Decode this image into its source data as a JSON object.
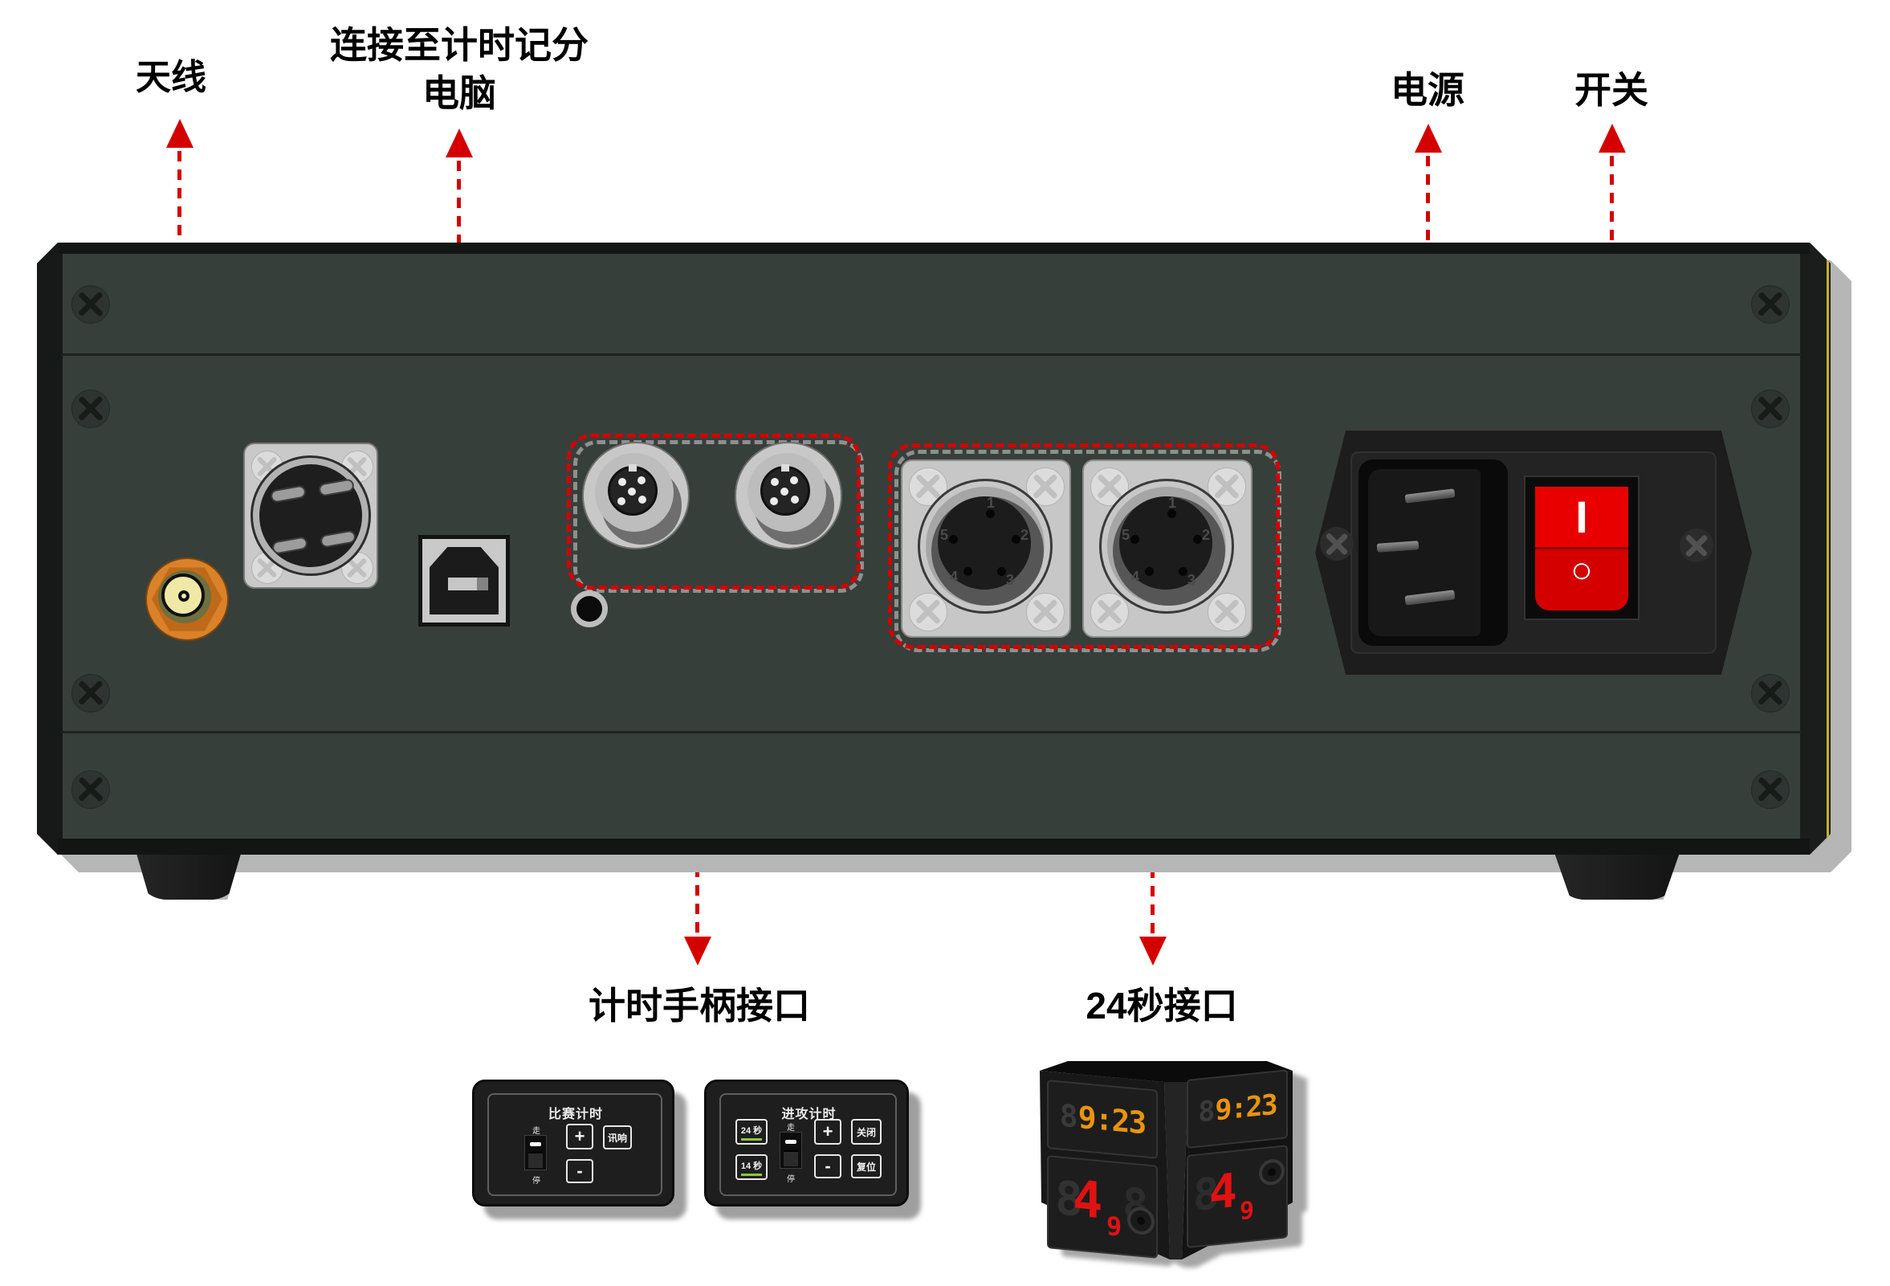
{
  "page": {
    "background": "#ffffff"
  },
  "labels": {
    "antenna": "天线",
    "computer_line1": "连接至计时记分",
    "computer_line2": "电脑",
    "power": "电源",
    "switch": "开关",
    "handle_port": "计时手柄接口",
    "shot24_port": "24秒接口"
  },
  "colors": {
    "arrow_red": "#d40000",
    "chassis_face": "#373f3a",
    "rocker_red": "#e60000",
    "digit_amber": "#e8940e",
    "digit_red": "#e01212",
    "led_green": "#8dc63f",
    "antenna_gold": "#d9822a"
  },
  "rear_panel": {
    "rocker_on": "I",
    "rocker_off": "○",
    "xlr_pins": [
      "1",
      "2",
      "3",
      "4",
      "5"
    ]
  },
  "handle_panels": {
    "game": {
      "title": "比赛计时",
      "run": "走",
      "stop": "停",
      "plus": "+",
      "minus": "-",
      "buzzer": "讯响"
    },
    "attack": {
      "title": "进攻计时",
      "sec24": "24 秒",
      "sec14": "14 秒",
      "run": "走",
      "stop": "停",
      "plus": "+",
      "minus": "-",
      "close": "关闭",
      "reset": "复位"
    }
  },
  "shot_clock": {
    "ghost_digit": "8",
    "time": "9:23",
    "shot_main": "4",
    "shot_sub": "9"
  }
}
